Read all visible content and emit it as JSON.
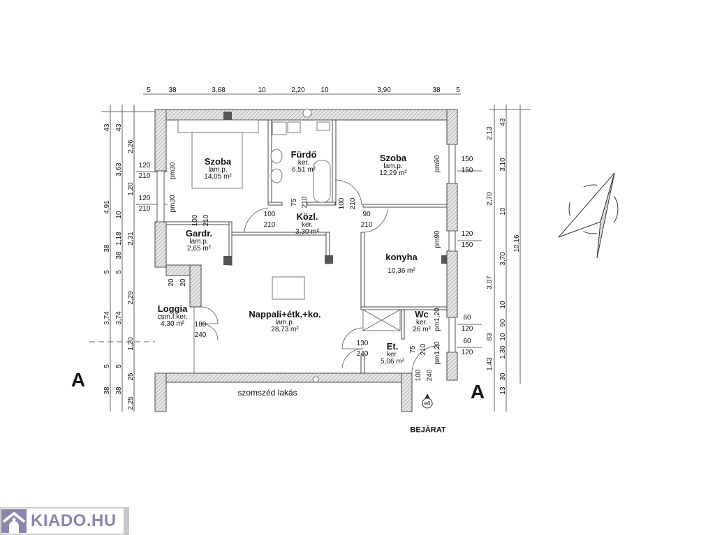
{
  "rooms": {
    "szoba1": {
      "name": "Szoba",
      "floor": "lam.p.",
      "area": "14,05 m²"
    },
    "furdo": {
      "name": "Fürdő",
      "floor": "ker.",
      "area": "6,51 m²"
    },
    "szoba2": {
      "name": "Szoba",
      "floor": "lam.p.",
      "area": "12,29 m²"
    },
    "kozl": {
      "name": "Közl.",
      "floor": "ker.",
      "area": "3,30 m²"
    },
    "gardr": {
      "name": "Gardr.",
      "floor": "lam.p.",
      "area": "2,65 m²"
    },
    "konyha": {
      "name": "konyha",
      "area": "10,36 m²"
    },
    "nappali": {
      "name": "Nappali+étk.+ko.",
      "floor": "lam.p.",
      "area": "28,73 m²"
    },
    "loggia": {
      "name": "Loggia",
      "floor": "csm.f.ker.",
      "area": "4,30 m²"
    },
    "wc": {
      "name": "Wc",
      "floor": "ker.",
      "area": "26 m²"
    },
    "et": {
      "name": "Et.",
      "floor": "ker.",
      "area": "5,06 m²"
    },
    "szomszed": {
      "name": "szomszéd lakás"
    }
  },
  "top_dims": [
    "5",
    "38",
    "3,68",
    "10",
    "2,20",
    "10",
    "3,90",
    "38",
    "5"
  ],
  "left_dims": {
    "c1": [
      "43",
      "4,91",
      "38",
      "5",
      "3,74",
      "5",
      "38"
    ],
    "c2": [
      "43",
      "3,63",
      "10",
      "1,18",
      "38",
      "5",
      "3,74",
      "5",
      "38"
    ],
    "c3": [
      "2,26",
      "1,20",
      "2,31",
      "2,29",
      "1,20",
      "25",
      "2,25"
    ]
  },
  "right_dims": {
    "c1": [
      "2,13",
      "2,70",
      "3,07",
      "83",
      "1,43"
    ],
    "c2": [
      "43",
      "3,10",
      "10",
      "3,70",
      "10",
      "90",
      "10",
      "1,30",
      "30",
      "13"
    ],
    "c3": [
      "10,16"
    ]
  },
  "openings": {
    "w_left1": [
      "120",
      "210"
    ],
    "w_left2": [
      "120",
      "210"
    ],
    "w_right1": [
      "150",
      "150"
    ],
    "w_right2": [
      "120",
      "150"
    ],
    "w_right3": [
      "60",
      "120"
    ],
    "w_right4": [
      "60",
      "120"
    ],
    "pm": [
      "pm30",
      "pm30",
      "pm90",
      "pm90",
      "pm1,20",
      "pm1,20"
    ],
    "d_szoba1": [
      "100",
      "210"
    ],
    "d_furdo": [
      "75",
      "210"
    ],
    "d_szoba2_v": [
      "100",
      "210"
    ],
    "d_konyha": [
      "90",
      "210"
    ],
    "d_gardr": [
      "100",
      "210"
    ],
    "d_loggia_w": [
      "20",
      "20"
    ],
    "d_loggia": [
      "180",
      "240"
    ],
    "d_et": [
      "130",
      "240"
    ],
    "d_wc": [
      "75",
      "210"
    ],
    "d_entry": [
      "100",
      "240"
    ]
  },
  "section_marks": [
    "A",
    "A"
  ],
  "entrance": "BEJÁRAT",
  "entry_marker": "e6",
  "logo": "KIADO.HU",
  "colors": {
    "wall_hatch": "#9a9a9a",
    "column": "#555555",
    "logo": "#8e83ad"
  }
}
